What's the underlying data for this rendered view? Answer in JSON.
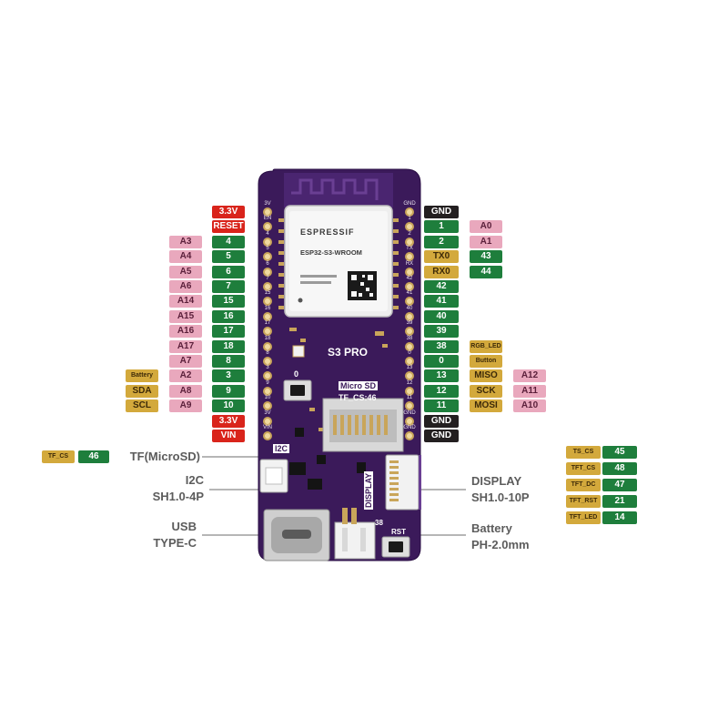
{
  "board": {
    "module_brand": "ESPRESSIF",
    "module_model": "ESP32-S3-WROOM",
    "board_name": "S3 PRO",
    "microsd_label": "Micro SD",
    "tf_cs_label": "TF_CS:46",
    "i2c_silk": "I2C",
    "display_silk": "DISPLAY",
    "button0_silk": "0",
    "io38_silk": "38",
    "rst_silk": "RST"
  },
  "left_pins": [
    {
      "green": "",
      "pink": "",
      "yellow": "",
      "power": "3.3V"
    },
    {
      "green": "",
      "pink": "",
      "yellow": "",
      "power": "RESET"
    },
    {
      "green": "4",
      "pink": "A3",
      "yellow": "",
      "power": ""
    },
    {
      "green": "5",
      "pink": "A4",
      "yellow": "",
      "power": ""
    },
    {
      "green": "6",
      "pink": "A5",
      "yellow": "",
      "power": ""
    },
    {
      "green": "7",
      "pink": "A6",
      "yellow": "",
      "power": ""
    },
    {
      "green": "15",
      "pink": "A14",
      "yellow": "",
      "power": ""
    },
    {
      "green": "16",
      "pink": "A15",
      "yellow": "",
      "power": ""
    },
    {
      "green": "17",
      "pink": "A16",
      "yellow": "",
      "power": ""
    },
    {
      "green": "18",
      "pink": "A17",
      "yellow": "",
      "power": ""
    },
    {
      "green": "8",
      "pink": "A7",
      "yellow": "",
      "power": ""
    },
    {
      "green": "3",
      "pink": "A2",
      "yellow": "Battery",
      "power": ""
    },
    {
      "green": "9",
      "pink": "A8",
      "yellow": "SDA",
      "power": ""
    },
    {
      "green": "10",
      "pink": "A9",
      "yellow": "SCL",
      "power": ""
    },
    {
      "green": "",
      "pink": "",
      "yellow": "",
      "power": "3.3V"
    },
    {
      "green": "",
      "pink": "",
      "yellow": "",
      "power": "VIN"
    }
  ],
  "left_header_silk": [
    "3V",
    "EN",
    "4",
    "5",
    "6",
    "7",
    "15",
    "16",
    "17",
    "18",
    "8",
    "3",
    "9",
    "10",
    "3V",
    "VIN"
  ],
  "right_pins": [
    {
      "main": "GND",
      "main_color": "black",
      "pink": "",
      "yellow": ""
    },
    {
      "main": "1",
      "main_color": "green",
      "pink": "A0",
      "yellow": ""
    },
    {
      "main": "2",
      "main_color": "green",
      "pink": "A1",
      "yellow": ""
    },
    {
      "main": "TX0",
      "main_color": "yellow",
      "pink": "",
      "yellow": "43"
    },
    {
      "main": "RX0",
      "main_color": "yellow",
      "pink": "",
      "yellow": "44"
    },
    {
      "main": "42",
      "main_color": "green",
      "pink": "",
      "yellow": ""
    },
    {
      "main": "41",
      "main_color": "green",
      "pink": "",
      "yellow": ""
    },
    {
      "main": "40",
      "main_color": "green",
      "pink": "",
      "yellow": ""
    },
    {
      "main": "39",
      "main_color": "green",
      "pink": "",
      "yellow": ""
    },
    {
      "main": "38",
      "main_color": "green",
      "pink": "",
      "yellow": "RGB_LED"
    },
    {
      "main": "0",
      "main_color": "green",
      "pink": "",
      "yellow": "Button"
    },
    {
      "main": "13",
      "main_color": "green",
      "pink": "A12",
      "yellow": "MISO"
    },
    {
      "main": "12",
      "main_color": "green",
      "pink": "A11",
      "yellow": "SCK"
    },
    {
      "main": "11",
      "main_color": "green",
      "pink": "A10",
      "yellow": "MOSI"
    },
    {
      "main": "GND",
      "main_color": "black",
      "pink": "",
      "yellow": ""
    },
    {
      "main": "GND",
      "main_color": "black",
      "pink": "",
      "yellow": ""
    }
  ],
  "right_header_silk": [
    "GND",
    "1",
    "2",
    "TX",
    "RX",
    "42",
    "41",
    "40",
    "39",
    "38",
    "0",
    "13",
    "12",
    "11",
    "GND",
    "GND"
  ],
  "tf_cs_tag": {
    "name": "TF_CS",
    "pin": "46"
  },
  "display_pins": [
    {
      "name": "TS_CS",
      "pin": "45"
    },
    {
      "name": "TFT_CS",
      "pin": "48"
    },
    {
      "name": "TFT_DC",
      "pin": "47"
    },
    {
      "name": "TFT_RST",
      "pin": "21"
    },
    {
      "name": "TFT_LED",
      "pin": "14"
    }
  ],
  "callouts": {
    "tf_microsd": "TF(MicroSD)",
    "i2c_line1": "I2C",
    "i2c_line2": "SH1.0-4P",
    "usb_line1": "USB",
    "usb_line2": "TYPE-C",
    "display_line1": "DISPLAY",
    "display_line2": "SH1.0-10P",
    "battery_line1": "Battery",
    "battery_line2": "PH-2.0mm"
  },
  "colors": {
    "pcb": "#3b1a5a",
    "green": "#1e7e3c",
    "pink": "#e9a8bd",
    "red": "#d9241b",
    "yellow": "#d3a93c",
    "black": "#231f20"
  }
}
